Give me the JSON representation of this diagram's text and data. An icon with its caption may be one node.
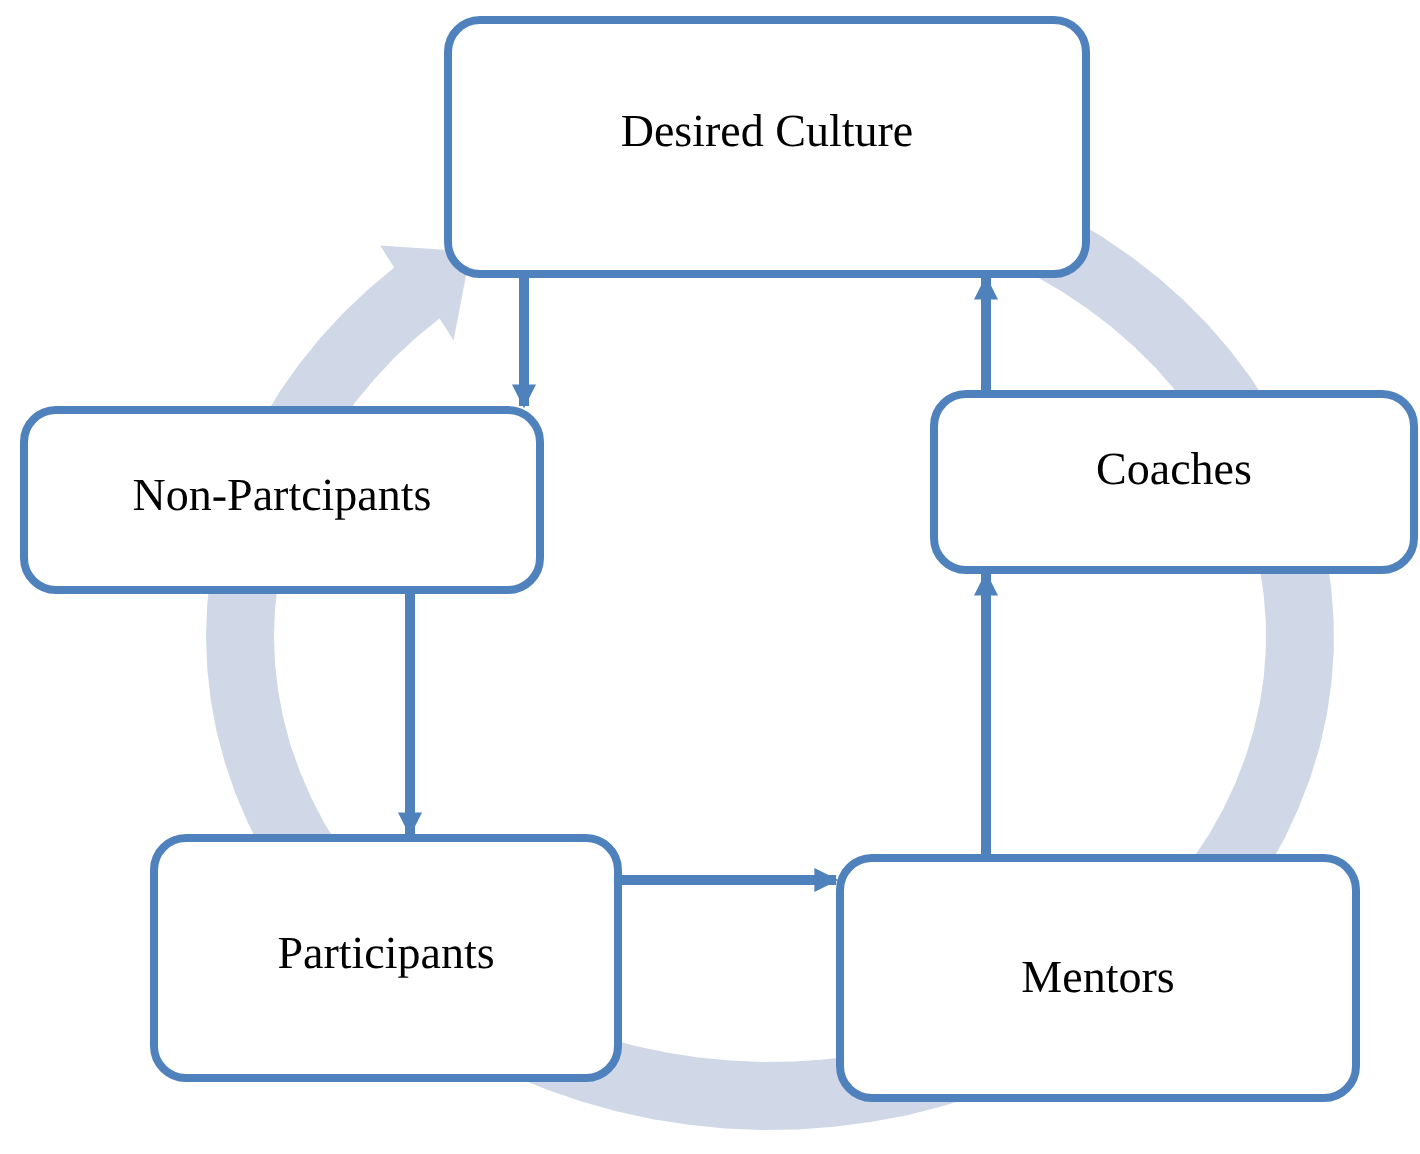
{
  "diagram": {
    "nodes": [
      {
        "text": [
          "Desired Culture"
        ]
      },
      {
        "text": [
          "Non-Partcipants"
        ]
      },
      {
        "text": [
          "Coaches"
        ]
      },
      {
        "text": [
          "Participants"
        ]
      },
      {
        "text": [
          "Mentors"
        ]
      }
    ],
    "edges": [
      {
        "from": 0,
        "to": 1,
        "arrow": "to"
      },
      {
        "from": 1,
        "to": 3,
        "arrow": "to"
      },
      {
        "from": 3,
        "to": 4,
        "arrow": "to"
      },
      {
        "from": 4,
        "to": 2,
        "arrow": "to"
      },
      {
        "from": 2,
        "to": 0,
        "arrow": "to"
      }
    ]
  }
}
